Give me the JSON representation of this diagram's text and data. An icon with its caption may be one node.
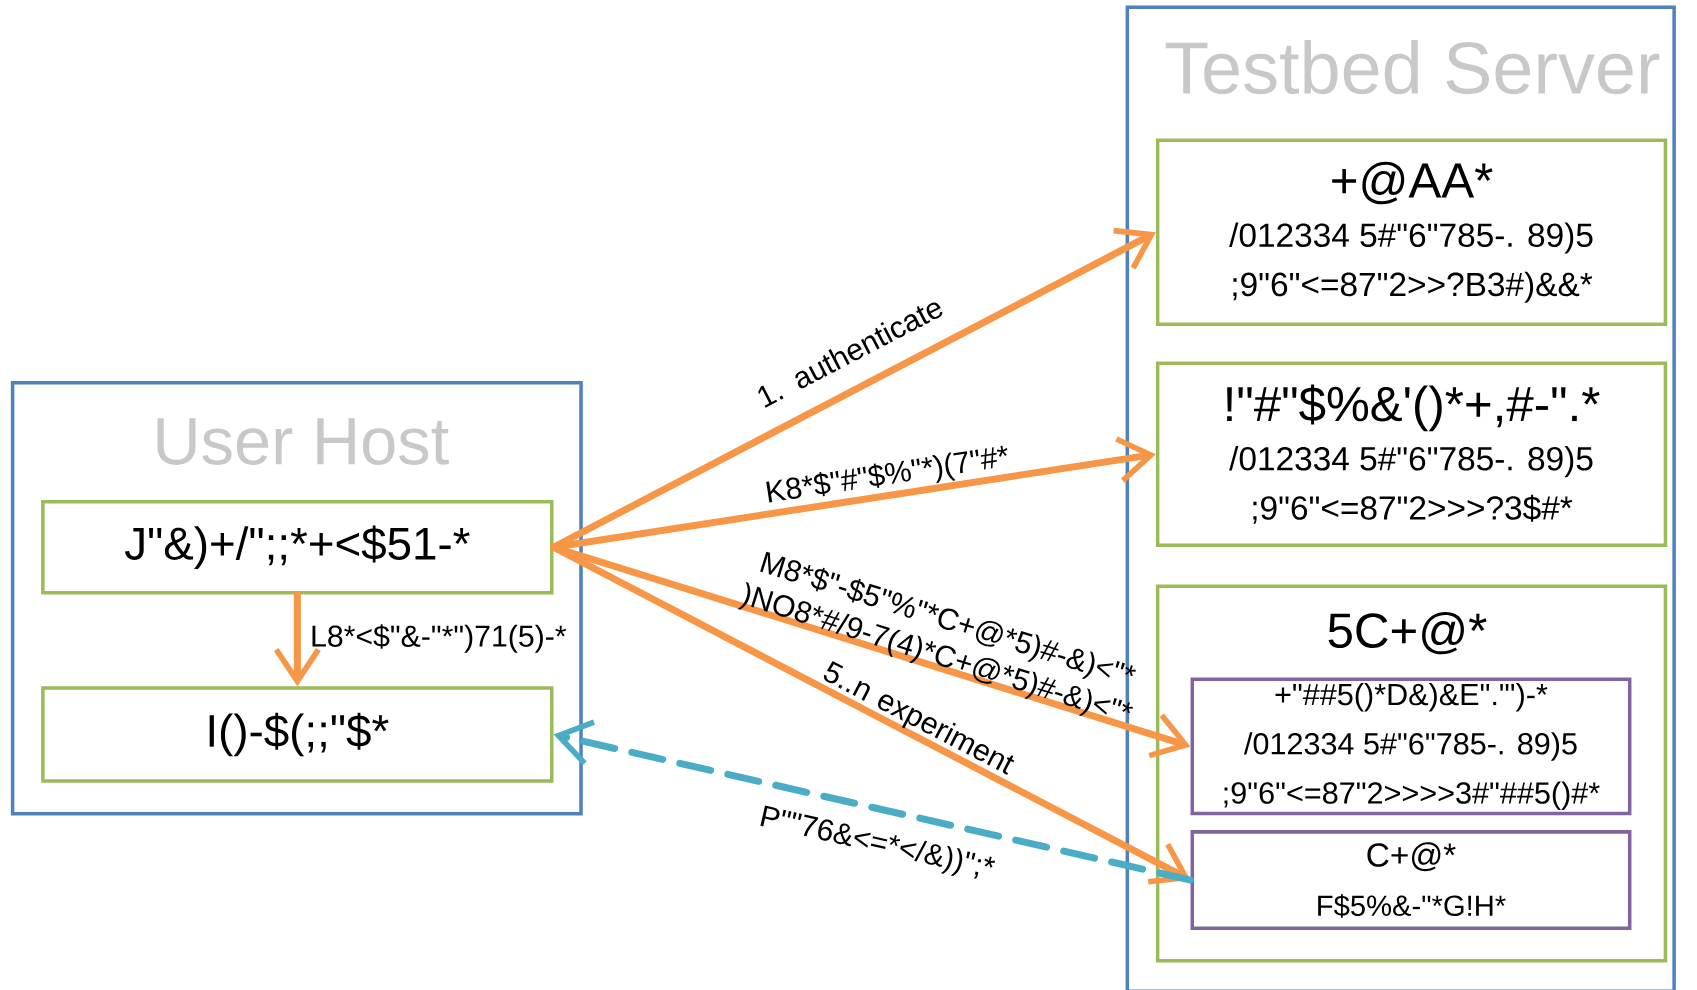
{
  "diagram": {
    "nodes": [
      {
        "text": [
          "User Host"
        ]
      },
      {
        "text": [
          "J\"&)+/\";;*+<$51-*"
        ],
        "in": 0
      },
      {
        "text": [
          "I()-$(;;\"$*"
        ],
        "in": 0
      },
      {
        "text": [
          "Testbed Server"
        ]
      },
      {
        "text": [
          "+@AA*",
          "/012334 5#\"6\"785-. 89)5",
          ";9\"6\"<=87\"2>>?B3#)&&*"
        ],
        "in": 3
      },
      {
        "text": [
          "!\"#\"$%&'()*+,#-\".*",
          "/012334 5#\"6\"785-. 89)5",
          ";9\"6\"<=87\"2>>>?3$#*"
        ],
        "in": 3
      },
      {
        "text": [
          "5C+@*"
        ],
        "in": 3
      },
      {
        "text": [
          "+\"##5()*D&)&E\".\"')-*",
          "/012334 5#\"6\"785-. 89)5",
          ";9\"6\"<=87\"2>>>>3#\"##5()#*"
        ],
        "in": 6
      },
      {
        "text": [
          "C+@*",
          "F$5%&-\"*G!H*"
        ],
        "in": 6
      }
    ],
    "edges": [
      {
        "from": 1,
        "to": 4,
        "arrow": "to",
        "label": "1. authenticate"
      },
      {
        "from": 1,
        "to": 5,
        "arrow": "to",
        "label": "K8*$\"#\"$%\"*)(7\"#*"
      },
      {
        "from": 1,
        "to": 7,
        "arrow": "to",
        "label": "M8*$\"-$5\"%\"*C+@*5)#-&)<\"* )NO8*#/9-7(4)*C+@*5)#-&)<\"*"
      },
      {
        "from": 1,
        "to": 8,
        "arrow": "to",
        "label": "5..n experiment"
      },
      {
        "from": 8,
        "to": 2,
        "arrow": "to",
        "label": "P\"\"76&<=*</&))\";*",
        "style": "dashed",
        "color": "#4bacc6"
      },
      {
        "from": 1,
        "to": 2,
        "arrow": "to",
        "label": "L8*<$\"&-\"*\")71(5)-*"
      }
    ]
  }
}
